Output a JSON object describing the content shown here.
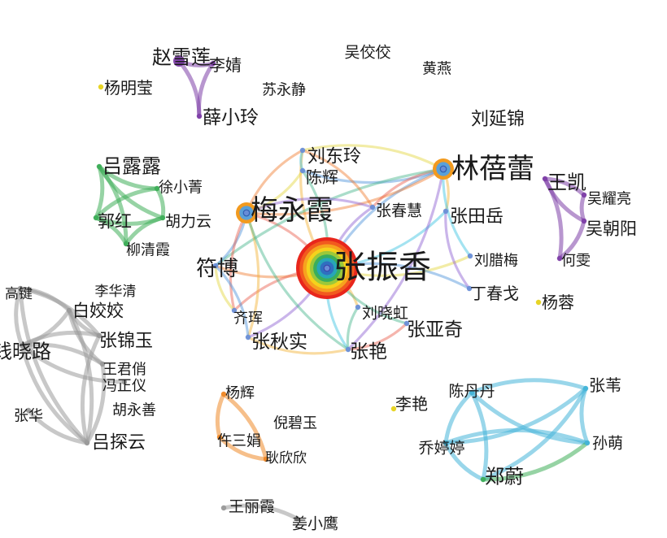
{
  "network": {
    "groups": {
      "core": {
        "color": "#6a8fd8"
      },
      "purple": {
        "color": "#7e3fa8"
      },
      "green": {
        "color": "#3fae5a"
      },
      "gray": {
        "color": "#9a9a9a"
      },
      "orange": {
        "color": "#ef8a2a"
      },
      "cyan": {
        "color": "#45b4d8"
      },
      "blue": {
        "color": "#2a5fbf"
      },
      "yellow": {
        "color": "#e6d21a"
      }
    },
    "nodes": [
      {
        "id": "zhangzhenxiang",
        "label": "张振香",
        "group": "core",
        "weight": 10
      },
      {
        "id": "linbeilei",
        "label": "林蓓蕾",
        "group": "core",
        "weight": 6
      },
      {
        "id": "meiyongxia",
        "label": "梅永霞",
        "group": "core",
        "weight": 6
      },
      {
        "id": "liudongling",
        "label": "刘东玲",
        "group": "core",
        "weight": 3
      },
      {
        "id": "chenhui",
        "label": "陈辉",
        "group": "core",
        "weight": 2
      },
      {
        "id": "zhangchunhui",
        "label": "张春慧",
        "group": "core",
        "weight": 2
      },
      {
        "id": "zhangtianyue",
        "label": "张田岳",
        "group": "core",
        "weight": 3
      },
      {
        "id": "fubo",
        "label": "符博",
        "group": "core",
        "weight": 4
      },
      {
        "id": "liulameii",
        "label": "刘腊梅",
        "group": "core",
        "weight": 2
      },
      {
        "id": "dingchunge",
        "label": "丁春戈",
        "group": "core",
        "weight": 3
      },
      {
        "id": "qihui",
        "label": "齐珲",
        "group": "core",
        "weight": 2
      },
      {
        "id": "liuxiaohong",
        "label": "刘晓虹",
        "group": "core",
        "weight": 2
      },
      {
        "id": "zhangyaqi",
        "label": "张亚奇",
        "group": "core",
        "weight": 3
      },
      {
        "id": "zhangqiushi",
        "label": "张秋实",
        "group": "core",
        "weight": 3
      },
      {
        "id": "zhangyan",
        "label": "张艳",
        "group": "core",
        "weight": 3
      },
      {
        "id": "zhaoxuelian",
        "label": "赵雪莲",
        "group": "purple",
        "weight": 4
      },
      {
        "id": "lijing",
        "label": "李婧",
        "group": "purple",
        "weight": 2
      },
      {
        "id": "xuexiaoling",
        "label": "薛小玲",
        "group": "purple",
        "weight": 3
      },
      {
        "id": "yangmingying",
        "label": "杨明莹",
        "group": "yellow",
        "weight": 2
      },
      {
        "id": "suyongjing",
        "label": "苏永静",
        "group": "isolated",
        "weight": 2
      },
      {
        "id": "wujiaojiao",
        "label": "吴佼佼",
        "group": "isolated",
        "weight": 2
      },
      {
        "id": "huangyan",
        "label": "黄燕",
        "group": "isolated",
        "weight": 2
      },
      {
        "id": "liuyanjin",
        "label": "刘延锦",
        "group": "isolated",
        "weight": 3
      },
      {
        "id": "wangkai",
        "label": "王凯",
        "group": "purple",
        "weight": 3
      },
      {
        "id": "wuyaoliang",
        "label": "吴耀亮",
        "group": "purple",
        "weight": 2
      },
      {
        "id": "wuchaoyang",
        "label": "吴朝阳",
        "group": "purple",
        "weight": 3
      },
      {
        "id": "hewen",
        "label": "何雯",
        "group": "purple",
        "weight": 2
      },
      {
        "id": "yangrong",
        "label": "杨蓉",
        "group": "yellow",
        "weight": 2
      },
      {
        "id": "lvlulu",
        "label": "吕露露",
        "group": "green",
        "weight": 4
      },
      {
        "id": "xuxiaojing",
        "label": "徐小菁",
        "group": "green",
        "weight": 2
      },
      {
        "id": "guohong",
        "label": "郭红",
        "group": "green",
        "weight": 3
      },
      {
        "id": "huliyun",
        "label": "胡力云",
        "group": "green",
        "weight": 2
      },
      {
        "id": "liuqingxia",
        "label": "柳清霞",
        "group": "green",
        "weight": 2
      },
      {
        "id": "gaojian",
        "label": "高键",
        "group": "gray",
        "weight": 2
      },
      {
        "id": "lihuaqing",
        "label": "李华清",
        "group": "isolated",
        "weight": 2
      },
      {
        "id": "baijiaojiao",
        "label": "白姣姣",
        "group": "gray",
        "weight": 3
      },
      {
        "id": "qianxiaolu",
        "label": "钱晓路",
        "group": "gray",
        "weight": 4
      },
      {
        "id": "zhangjinyu",
        "label": "张锦玉",
        "group": "gray",
        "weight": 3
      },
      {
        "id": "wangjunyi",
        "label": "王君俏",
        "group": "gray",
        "weight": 2
      },
      {
        "id": "fengzhengyi",
        "label": "冯正仪",
        "group": "gray",
        "weight": 2
      },
      {
        "id": "huyongshan",
        "label": "胡永善",
        "group": "isolated",
        "weight": 2
      },
      {
        "id": "zhanghua",
        "label": "张华",
        "group": "gray",
        "weight": 2
      },
      {
        "id": "lvshenyun",
        "label": "吕探云",
        "group": "gray",
        "weight": 3
      },
      {
        "id": "yanghui",
        "label": "杨辉",
        "group": "orange",
        "weight": 2
      },
      {
        "id": "wusanjuan",
        "label": "仵三娟",
        "group": "orange",
        "weight": 2
      },
      {
        "id": "gengxinxin",
        "label": "耿欣欣",
        "group": "orange",
        "weight": 2
      },
      {
        "id": "nibiyu",
        "label": "倪碧玉",
        "group": "isolated",
        "weight": 2
      },
      {
        "id": "liyan",
        "label": "李艳",
        "group": "yellow",
        "weight": 2
      },
      {
        "id": "chendandan",
        "label": "陈丹丹",
        "group": "cyan",
        "weight": 2
      },
      {
        "id": "zhangwei",
        "label": "张苇",
        "group": "cyan",
        "weight": 3
      },
      {
        "id": "qiaotingting",
        "label": "乔婷婷",
        "group": "cyan",
        "weight": 2
      },
      {
        "id": "sunmeng",
        "label": "孙萌",
        "group": "cyan",
        "weight": 2
      },
      {
        "id": "zhengwei",
        "label": "郑蔚",
        "group": "green",
        "weight": 4
      },
      {
        "id": "wanglixia",
        "label": "王丽霞",
        "group": "gray",
        "weight": 2
      },
      {
        "id": "jiangxiaoying",
        "label": "姜小鹰",
        "group": "gray",
        "weight": 2
      }
    ],
    "edges": [
      [
        "zhangzhenxiang",
        "linbeilei"
      ],
      [
        "zhangzhenxiang",
        "meiyongxia"
      ],
      [
        "zhangzhenxiang",
        "liudongling"
      ],
      [
        "zhangzhenxiang",
        "chenhui"
      ],
      [
        "zhangzhenxiang",
        "zhangchunhui"
      ],
      [
        "zhangzhenxiang",
        "zhangtianyue"
      ],
      [
        "zhangzhenxiang",
        "fubo"
      ],
      [
        "zhangzhenxiang",
        "liulameii"
      ],
      [
        "zhangzhenxiang",
        "dingchunge"
      ],
      [
        "zhangzhenxiang",
        "qihui"
      ],
      [
        "zhangzhenxiang",
        "liuxiaohong"
      ],
      [
        "zhangzhenxiang",
        "zhangyaqi"
      ],
      [
        "zhangzhenxiang",
        "zhangqiushi"
      ],
      [
        "zhangzhenxiang",
        "zhangyan"
      ],
      [
        "linbeilei",
        "meiyongxia"
      ],
      [
        "linbeilei",
        "liudongling"
      ],
      [
        "linbeilei",
        "chenhui"
      ],
      [
        "linbeilei",
        "zhangchunhui"
      ],
      [
        "linbeilei",
        "zhangtianyue"
      ],
      [
        "linbeilei",
        "fubo"
      ],
      [
        "linbeilei",
        "zhangyan"
      ],
      [
        "linbeilei",
        "liulameii"
      ],
      [
        "meiyongxia",
        "liudongling"
      ],
      [
        "meiyongxia",
        "chenhui"
      ],
      [
        "meiyongxia",
        "fubo"
      ],
      [
        "meiyongxia",
        "qihui"
      ],
      [
        "meiyongxia",
        "zhangqiushi"
      ],
      [
        "meiyongxia",
        "zhangyan"
      ],
      [
        "meiyongxia",
        "zhangchunhui"
      ],
      [
        "liudongling",
        "chenhui"
      ],
      [
        "liudongling",
        "zhangchunhui"
      ],
      [
        "fubo",
        "qihui"
      ],
      [
        "fubo",
        "zhangqiushi"
      ],
      [
        "zhangyan",
        "zhangyaqi"
      ],
      [
        "zhangyan",
        "zhangqiushi"
      ],
      [
        "liuxiaohong",
        "zhangyan"
      ],
      [
        "dingchunge",
        "zhangtianyue"
      ],
      [
        "zhaoxuelian",
        "lijing"
      ],
      [
        "zhaoxuelian",
        "xuexiaoling"
      ],
      [
        "lijing",
        "xuexiaoling"
      ],
      [
        "wangkai",
        "wuyaoliang"
      ],
      [
        "wangkai",
        "wuchaoyang"
      ],
      [
        "wangkai",
        "hewen"
      ],
      [
        "wuyaoliang",
        "wuchaoyang"
      ],
      [
        "wuchaoyang",
        "hewen"
      ],
      [
        "lvlulu",
        "xuxiaojing"
      ],
      [
        "lvlulu",
        "guohong"
      ],
      [
        "lvlulu",
        "huliyun"
      ],
      [
        "lvlulu",
        "liuqingxia"
      ],
      [
        "xuxiaojing",
        "guohong"
      ],
      [
        "xuxiaojing",
        "huliyun"
      ],
      [
        "guohong",
        "huliyun"
      ],
      [
        "guohong",
        "liuqingxia"
      ],
      [
        "huliyun",
        "liuqingxia"
      ],
      [
        "gaojian",
        "baijiaojiao"
      ],
      [
        "gaojian",
        "qianxiaolu"
      ],
      [
        "gaojian",
        "zhangjinyu"
      ],
      [
        "gaojian",
        "lvshenyun"
      ],
      [
        "baijiaojiao",
        "qianxiaolu"
      ],
      [
        "baijiaojiao",
        "zhangjinyu"
      ],
      [
        "baijiaojiao",
        "lvshenyun"
      ],
      [
        "baijiaojiao",
        "wangjunyi"
      ],
      [
        "qianxiaolu",
        "zhangjinyu"
      ],
      [
        "qianxiaolu",
        "lvshenyun"
      ],
      [
        "qianxiaolu",
        "wangjunyi"
      ],
      [
        "zhangjinyu",
        "lvshenyun"
      ],
      [
        "wangjunyi",
        "lvshenyun"
      ],
      [
        "zhanghua",
        "lvshenyun"
      ],
      [
        "fengzhengyi",
        "qianxiaolu"
      ],
      [
        "yanghui",
        "wusanjuan"
      ],
      [
        "yanghui",
        "gengxinxin"
      ],
      [
        "wusanjuan",
        "gengxinxin"
      ],
      [
        "chendandan",
        "zhangwei"
      ],
      [
        "chendandan",
        "qiaotingting"
      ],
      [
        "chendandan",
        "zhengwei"
      ],
      [
        "chendandan",
        "sunmeng"
      ],
      [
        "zhangwei",
        "qiaotingting"
      ],
      [
        "zhangwei",
        "sunmeng"
      ],
      [
        "zhangwei",
        "zhengwei"
      ],
      [
        "qiaotingting",
        "zhengwei"
      ],
      [
        "qiaotingting",
        "sunmeng"
      ],
      [
        "zhengwei",
        "sunmeng"
      ],
      [
        "wanglixia",
        "jiangxiaoying"
      ]
    ]
  }
}
